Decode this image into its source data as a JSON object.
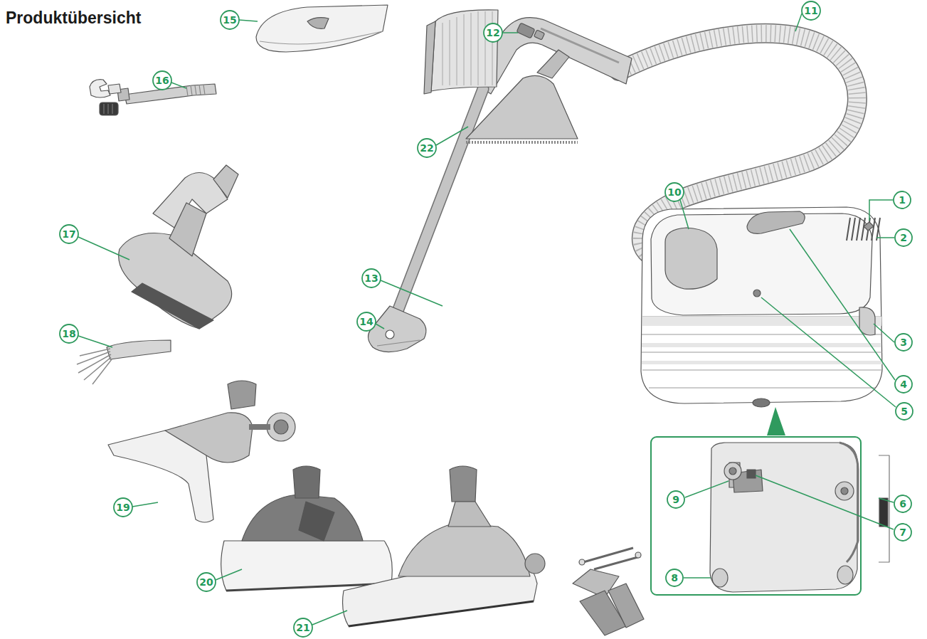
{
  "diagram": {
    "title": "Produktübersicht",
    "nodes": [
      {
        "text": [
          "1"
        ]
      },
      {
        "text": [
          "2"
        ]
      },
      {
        "text": [
          "3"
        ]
      },
      {
        "text": [
          "4"
        ]
      },
      {
        "text": [
          "5"
        ]
      },
      {
        "text": [
          "6"
        ]
      },
      {
        "text": [
          "7"
        ]
      },
      {
        "text": [
          "8"
        ]
      },
      {
        "text": [
          "9"
        ]
      },
      {
        "text": [
          "10"
        ]
      },
      {
        "text": [
          "11"
        ]
      },
      {
        "text": [
          "12"
        ]
      },
      {
        "text": [
          "13"
        ]
      },
      {
        "text": [
          "14"
        ]
      },
      {
        "text": [
          "15"
        ]
      },
      {
        "text": [
          "16"
        ]
      },
      {
        "text": [
          "17"
        ]
      },
      {
        "text": [
          "18"
        ]
      },
      {
        "text": [
          "19"
        ]
      },
      {
        "text": [
          "20"
        ]
      },
      {
        "text": [
          "21"
        ]
      },
      {
        "text": [
          "22"
        ]
      }
    ]
  }
}
